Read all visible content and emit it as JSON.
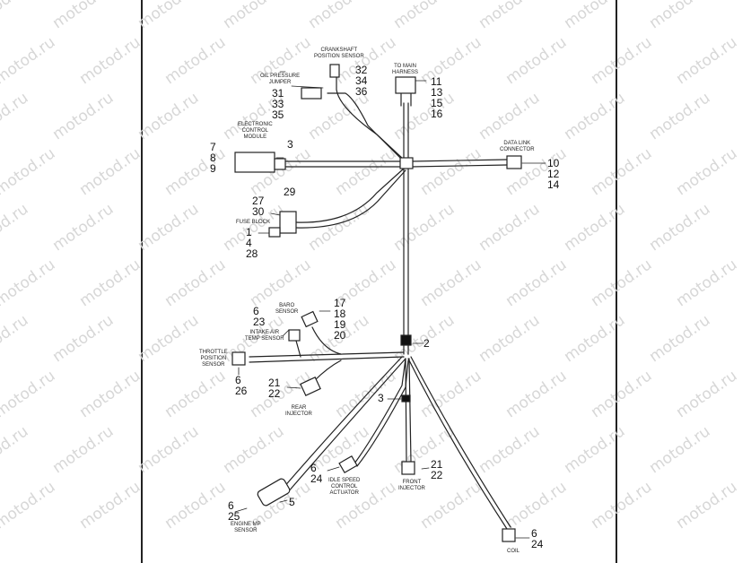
{
  "watermark": "motod.ru",
  "components": {
    "crankshaft_sensor": "CRANKSHAFT\nPOSITION SENSOR",
    "oil_pressure_jumper": "OIL PRESSURE\nJUMPER",
    "to_main_harness": "TO MAIN\nHARNESS",
    "ecm": "ELECTRONIC\nCONTROL\nMODULE",
    "data_link": "DATA LINK\nCONNECTOR",
    "fuse_block": "FUSE BLOCK",
    "baro_sensor": "BARO\nSENSOR",
    "intake_air_temp": "INTAKE AIR\nTEMP SENSOR",
    "throttle_position": "THROTTLE\nPOSITION\nSENSOR",
    "rear_injector": "REAR\nINJECTOR",
    "idle_speed": "IDLE SPEED\nCONTROL\nACTUATOR",
    "front_injector": "FRONT\nINJECTOR",
    "engine_map": "ENGINE MP\nSENSOR",
    "coil": "COIL"
  },
  "callouts": {
    "crank": "32\n34\n36",
    "oil": "31\n33\n35",
    "main": "11\n13\n15\n16",
    "ecm_left": "7\n8\n9",
    "ecm_right": "3",
    "data_link": "10\n12\n14",
    "fuse_top": "29",
    "fuse_tl": "27\n30",
    "fuse_bl": "1\n4\n28",
    "baro": "17\n18\n19\n20",
    "iat": "6\n23",
    "junction": "2",
    "tps": "6\n26",
    "rear_inj": "21\n22",
    "clip": "3",
    "isc": "6\n24",
    "front_inj": "21\n22",
    "map_right": "5",
    "map_left": "6\n25",
    "coil": "6\n24"
  }
}
